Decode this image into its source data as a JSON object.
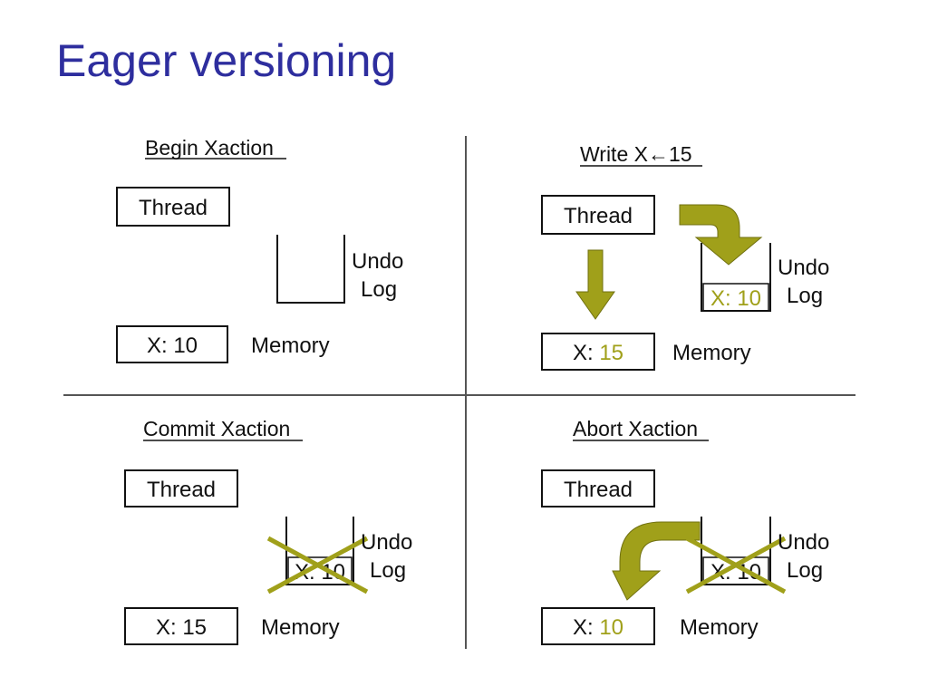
{
  "title": "Eager versioning",
  "colors": {
    "title": "#2e2e9e",
    "accent": "#a0a01a",
    "line": "#111111"
  },
  "panels": {
    "begin": {
      "header": "Begin Xaction",
      "thread": "Thread",
      "undo_line1": "Undo",
      "undo_line2": "Log",
      "mem_prefix": "X: ",
      "mem_value": "10",
      "memory": "Memory"
    },
    "write": {
      "header": "Write X←15",
      "thread": "Thread",
      "undo_line1": "Undo",
      "undo_line2": "Log",
      "log_entry": "X: 10",
      "mem_prefix": "X: ",
      "mem_value": "15",
      "memory": "Memory"
    },
    "commit": {
      "header": "Commit Xaction",
      "thread": "Thread",
      "undo_line1": "Undo",
      "undo_line2": "Log",
      "log_entry": "X: 10",
      "mem_prefix": "X: ",
      "mem_value": "15",
      "memory": "Memory"
    },
    "abort": {
      "header": "Abort Xaction",
      "thread": "Thread",
      "undo_line1": "Undo",
      "undo_line2": "Log",
      "log_entry": "X: 10",
      "mem_prefix": "X: ",
      "mem_value": "10",
      "memory": "Memory"
    }
  }
}
